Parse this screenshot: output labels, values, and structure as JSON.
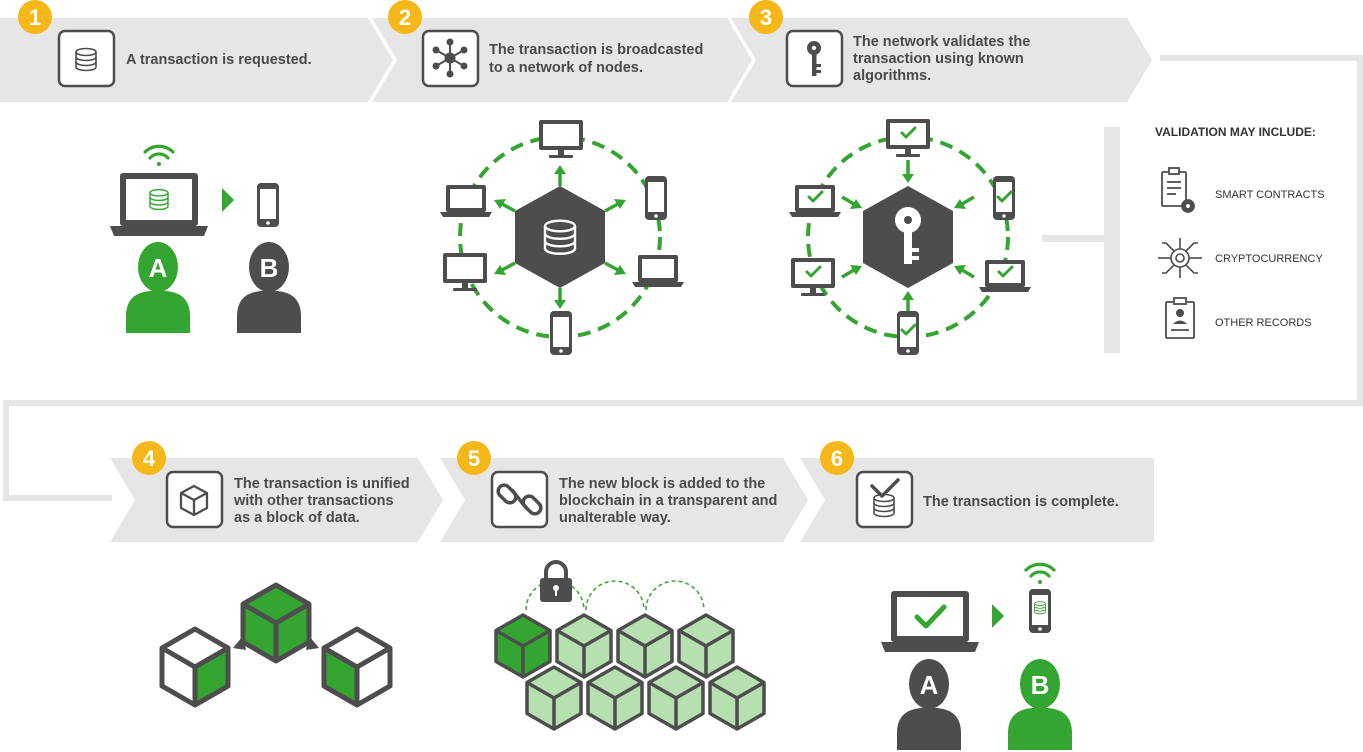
{
  "steps": [
    {
      "num": "1",
      "lines": [
        "A transaction is requested."
      ],
      "icon": "coins-icon"
    },
    {
      "num": "2",
      "lines": [
        "The transaction is broadcasted",
        "to a network of nodes."
      ],
      "icon": "network-icon"
    },
    {
      "num": "3",
      "lines": [
        "The network validates the",
        "transaction using known",
        "algorithms."
      ],
      "icon": "key-icon"
    },
    {
      "num": "4",
      "lines": [
        "The transaction is unified",
        "with other transactions",
        "as a block of data."
      ],
      "icon": "cube-icon"
    },
    {
      "num": "5",
      "lines": [
        "The new block is added to the",
        "blockchain in a transparent and",
        "unalterable way."
      ],
      "icon": "chain-link-icon"
    },
    {
      "num": "6",
      "lines": [
        "The transaction is complete."
      ],
      "icon": "coins-check-icon"
    }
  ],
  "validation": {
    "title": "VALIDATION MAY INCLUDE:",
    "items": [
      {
        "label": "SMART CONTRACTS",
        "icon": "contract-gear-icon"
      },
      {
        "label": "CRYPTOCURRENCY",
        "icon": "circuit-icon"
      },
      {
        "label": "OTHER RECORDS",
        "icon": "record-clipboard-icon"
      }
    ]
  },
  "persons": {
    "sender": "A",
    "receiver": "B"
  },
  "colors": {
    "accent_green": "#35a532",
    "light_green": "#b6e0b0",
    "badge_yellow": "#f5b818",
    "banner_gray": "#e6e6e6",
    "dark_gray": "#4d4d4d"
  }
}
